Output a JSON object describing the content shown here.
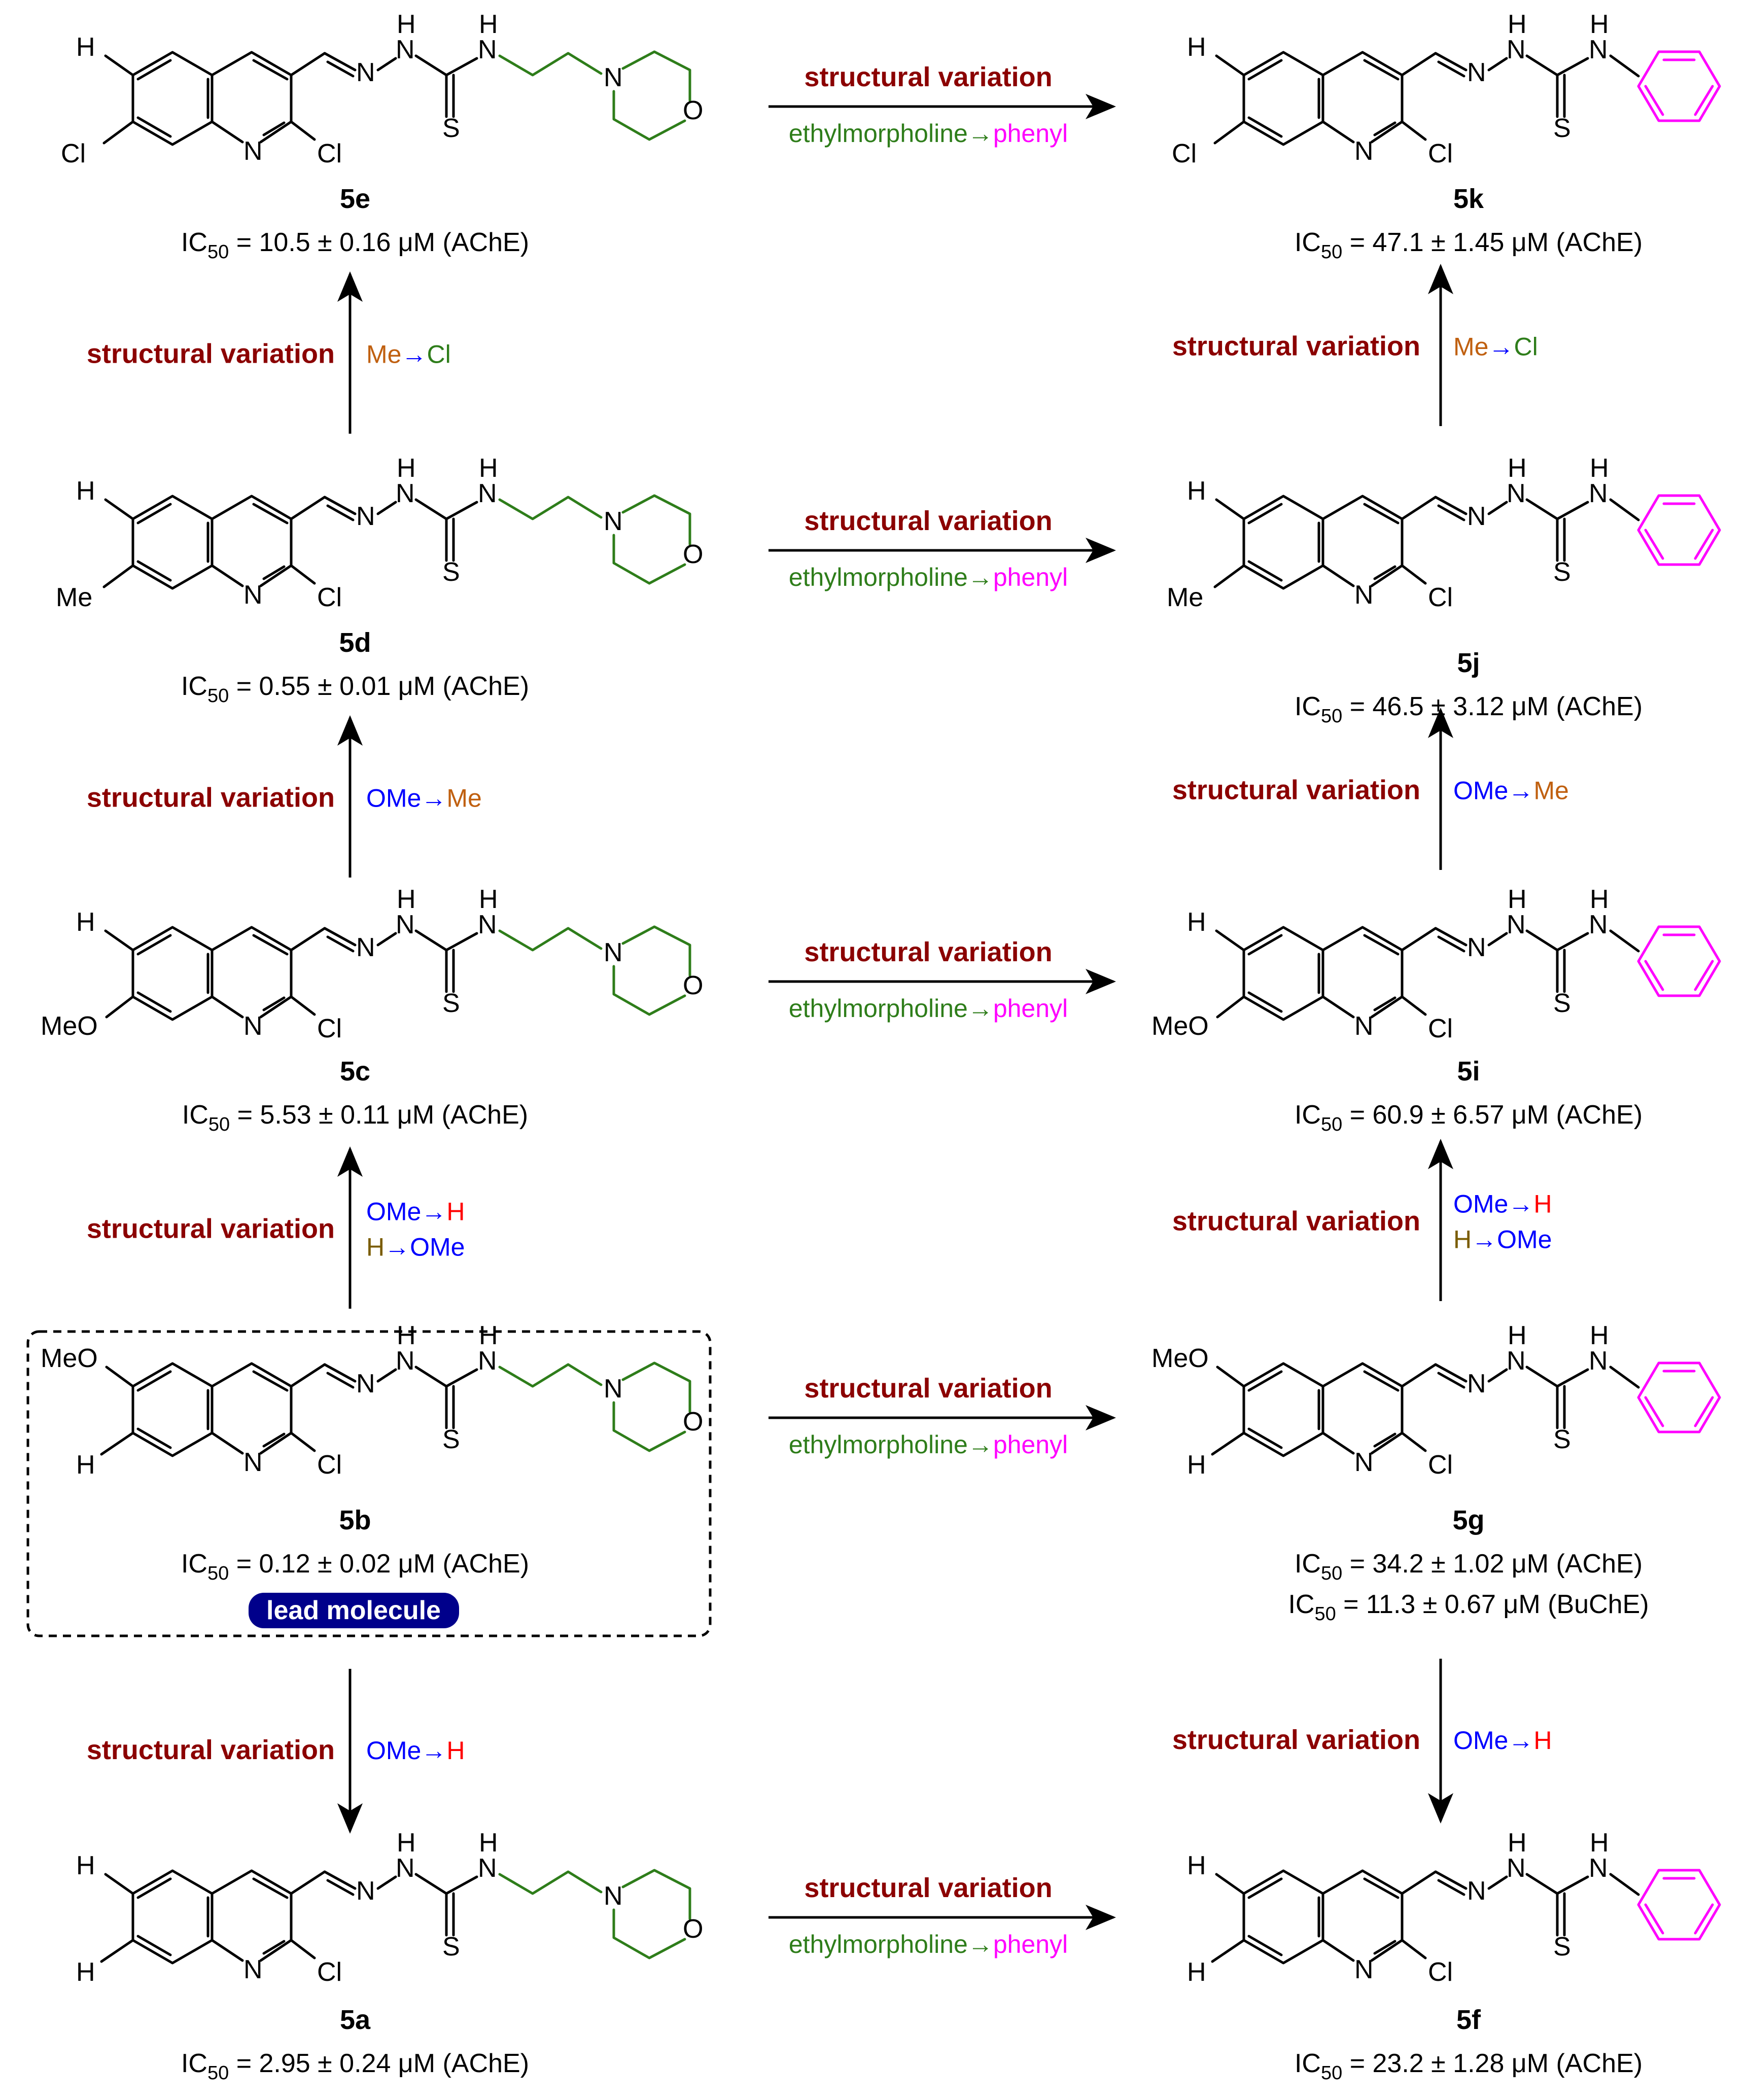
{
  "colors": {
    "H_red": "#ff0000",
    "H_olive": "#7a5c00",
    "Cl_green": "#2e7d1a",
    "OMe_blue": "#0000ff",
    "Me_orange": "#c06010",
    "morpholine_green": "#2e7d1a",
    "phenyl_magenta": "#ff00ff",
    "sv_darkred": "#8b0000",
    "lead_navy": "#00008b"
  },
  "atoms": {
    "N": "N",
    "H": "H",
    "S": "S",
    "O": "O",
    "Cl": "Cl",
    "Me": "Me",
    "MeO": "MeO"
  },
  "variation_title": "structural variation",
  "ic_prefix": "IC",
  "ic_sub": "50",
  "enzymes": {
    "ache": "(AChE)",
    "buche": "(BuChE)"
  },
  "lead_label": "lead molecule",
  "horizontal_label": {
    "from": "ethylmorpholine",
    "arrow": "→",
    "to": "phenyl"
  },
  "left_arrow_labels": [
    {
      "parts": [
        {
          "t": "Me",
          "c": "Me_orange"
        },
        {
          "t": "→",
          "c": "blue"
        },
        {
          "t": "Cl",
          "c": "Cl_green"
        }
      ]
    },
    {
      "parts": [
        {
          "t": "OMe",
          "c": "OMe_blue"
        },
        {
          "t": "→",
          "c": "blue"
        },
        {
          "t": "Me",
          "c": "Me_orange"
        }
      ]
    },
    {
      "parts": [
        {
          "t": "OMe",
          "c": "OMe_blue"
        },
        {
          "t": "→",
          "c": "blue"
        },
        {
          "t": "H",
          "c": "H_red"
        }
      ]
    },
    {
      "parts": [
        {
          "t": "H",
          "c": "H_olive"
        },
        {
          "t": "→",
          "c": "blue"
        },
        {
          "t": "OMe",
          "c": "OMe_blue"
        }
      ]
    },
    {
      "parts": [
        {
          "t": "OMe",
          "c": "OMe_blue"
        },
        {
          "t": "→",
          "c": "blue"
        },
        {
          "t": "H",
          "c": "H_red"
        }
      ]
    }
  ],
  "compounds": {
    "5e": {
      "name": "5e",
      "ic50": "= 10.5 ± 0.16 μM",
      "enzyme": "(AChE)"
    },
    "5d": {
      "name": "5d",
      "ic50": "= 0.55 ± 0.01 μM",
      "enzyme": "(AChE)"
    },
    "5c": {
      "name": "5c",
      "ic50": "= 5.53 ± 0.11 μM",
      "enzyme": "(AChE)"
    },
    "5b": {
      "name": "5b",
      "ic50": "= 0.12 ± 0.02 μM",
      "enzyme": "(AChE)"
    },
    "5a": {
      "name": "5a",
      "ic50": "= 2.95 ± 0.24 μM",
      "enzyme": "(AChE)"
    },
    "5k": {
      "name": "5k",
      "ic50": "= 47.1 ± 1.45 μM",
      "enzyme": "(AChE)"
    },
    "5j": {
      "name": "5j",
      "ic50": "= 46.5 ± 3.12 μM",
      "enzyme": "(AChE)"
    },
    "5i": {
      "name": "5i",
      "ic50": "= 60.9 ± 6.57 μM",
      "enzyme": "(AChE)"
    },
    "5g": {
      "name": "5g",
      "ic50": "= 34.2 ± 1.02 μM",
      "enzyme": "(AChE)",
      "ic50_b": "= 11.3 ± 0.67 μM",
      "enzyme_b": "(BuChE)"
    },
    "5f": {
      "name": "5f",
      "ic50": "= 23.2 ± 1.28 μM",
      "enzyme": "(AChE)"
    }
  }
}
